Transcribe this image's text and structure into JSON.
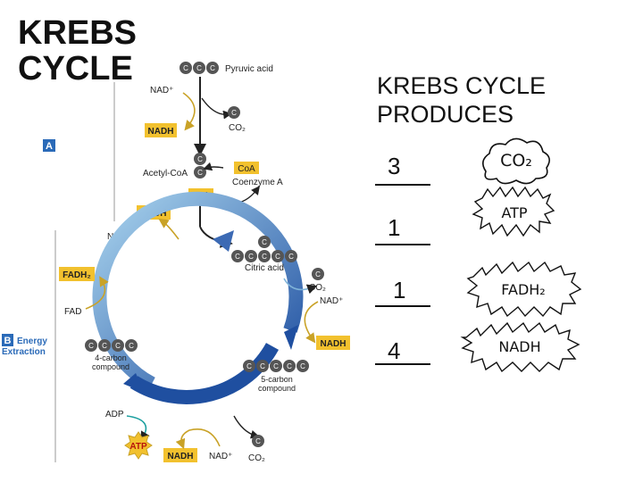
{
  "slide": {
    "title_line1": "KREBS",
    "title_line2": "CYCLE",
    "produces_line1": "KREBS CYCLE",
    "produces_line2": "PRODUCES"
  },
  "diagram": {
    "pyruvic_acid": "Pyruvic acid",
    "nad_plus": "NAD⁺",
    "nadh": "NADH",
    "co2_c": "C",
    "co2": "CO₂",
    "panel_a": "A",
    "acetyl_coa": "Acetyl-CoA",
    "coa": "CoA",
    "coenzyme_a": "Coenzyme A",
    "citric_acid": "Citric acid",
    "fadh2": "FADH₂",
    "fad": "FAD",
    "panel_b": "B",
    "energy_extraction_1": "Energy",
    "energy_extraction_2": "Extraction",
    "four_carbon_1": "4-carbon",
    "four_carbon_2": "compound",
    "five_carbon_1": "5-carbon",
    "five_carbon_2": "compound",
    "adp": "ADP",
    "atp": "ATP",
    "carbon_letter": "C"
  },
  "products": [
    {
      "count": "3",
      "label": "CO₂"
    },
    {
      "count": "1",
      "label": "ATP"
    },
    {
      "count": "1",
      "label": "FADH₂"
    },
    {
      "count": "4",
      "label": "NADH"
    }
  ],
  "colors": {
    "cycle_blue": "#1f4fa0",
    "cycle_light": "#a9d4ee",
    "arrow_gold": "#c9a227",
    "label_gold": "#f2c12e",
    "carbon_gray": "#555555",
    "panel_blue": "#2a6ab8"
  }
}
